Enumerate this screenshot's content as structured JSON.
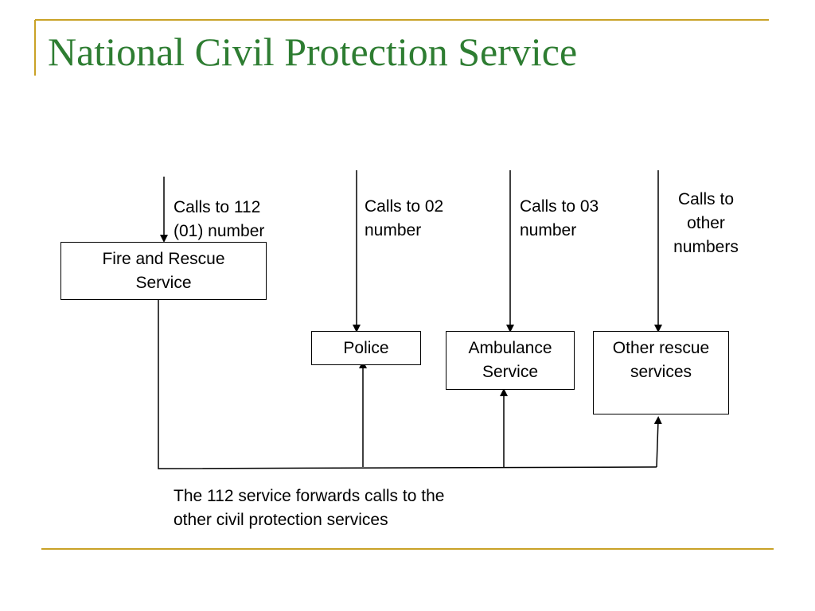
{
  "slide": {
    "title": "National Civil Protection Service",
    "accent_color": "#C9A227",
    "title_color": "#2E7D32"
  },
  "labels": {
    "calls_112": [
      "Calls to 112",
      "(01) number"
    ],
    "calls_02": [
      "Calls to 02",
      "number"
    ],
    "calls_03": [
      "Calls to 03",
      "number"
    ],
    "calls_other": [
      "Calls to",
      "other",
      "numbers"
    ]
  },
  "boxes": {
    "fire": [
      "Fire and Rescue",
      "Service"
    ],
    "police": [
      "Police"
    ],
    "ambulance": [
      "Ambulance",
      "Service"
    ],
    "other": [
      "Other rescue",
      "services"
    ]
  },
  "caption": [
    "The 112 service forwards calls to the",
    "other civil protection services"
  ]
}
